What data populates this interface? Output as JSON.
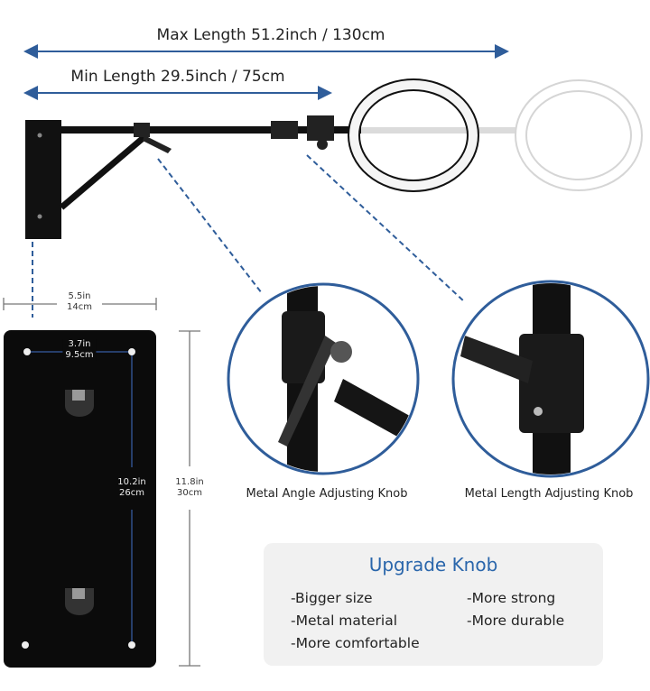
{
  "dimensions": {
    "max_length": "Max Length 51.2inch / 130cm",
    "min_length": "Min Length 29.5inch / 75cm",
    "plate_width_in": "5.5in",
    "plate_width_cm": "14cm",
    "hole_spacing_in": "3.7in",
    "hole_spacing_cm": "9.5cm",
    "hole_height_in": "10.2in",
    "hole_height_cm": "26cm",
    "plate_height_in": "11.8in",
    "plate_height_cm": "30cm"
  },
  "captions": {
    "angle_knob": "Metal Angle Adjusting Knob",
    "length_knob": "Metal Length Adjusting Knob"
  },
  "upgrade": {
    "title": "Upgrade Knob",
    "features_left": [
      "-Bigger size",
      "-Metal material",
      "-More comfortable"
    ],
    "features_right": [
      "-More strong",
      "-More durable"
    ]
  },
  "colors": {
    "accent": "#2a66ab",
    "arrow": "#2f5d9a"
  }
}
